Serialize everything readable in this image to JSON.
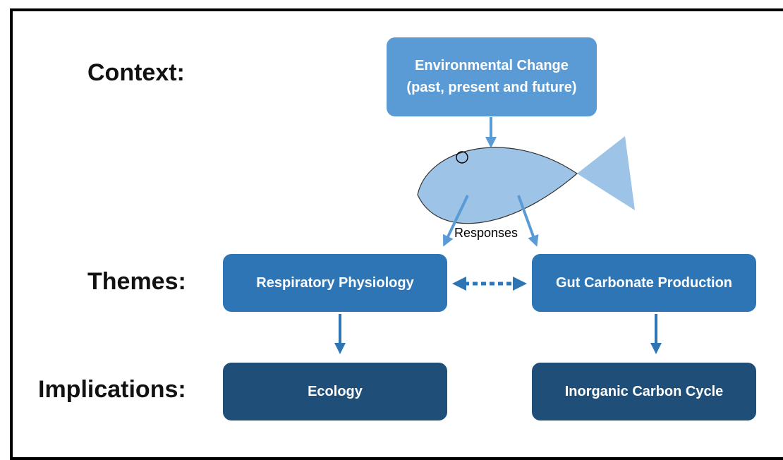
{
  "row_labels": {
    "context": "Context:",
    "themes": "Themes:",
    "implications": "Implications:"
  },
  "context_box": {
    "line1": "Environmental Change",
    "line2": "(past, present and future)"
  },
  "responses_label": "Responses",
  "themes": {
    "left": "Respiratory Physiology",
    "right": "Gut Carbonate Production"
  },
  "implications": {
    "left": "Ecology",
    "right": "Inorganic Carbon Cycle"
  },
  "colors": {
    "context": "#5b9bd5",
    "theme": "#2e75b6",
    "implication": "#1f4e79",
    "fish": "#9dc3e6",
    "arrow": "#2e75b6",
    "light_arrow": "#5b9bd5"
  }
}
